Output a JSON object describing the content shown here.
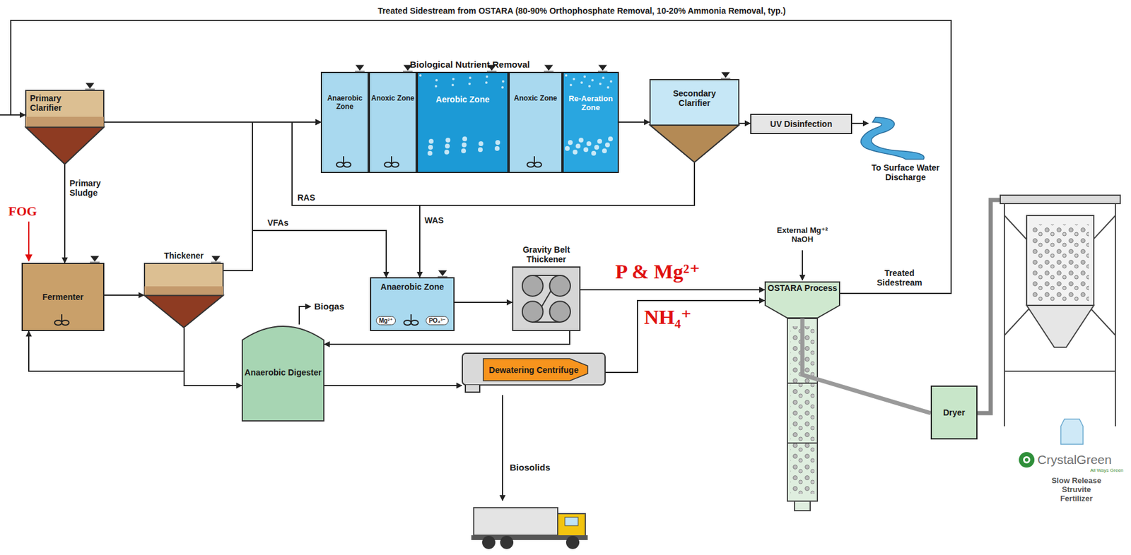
{
  "diagram": {
    "nodes": [
      {
        "text": [
          "Primary Clarifier"
        ]
      },
      {
        "text": [
          "Fermenter"
        ]
      },
      {
        "text": [
          "Thickener"
        ]
      },
      {
        "text": [
          "Anaerobic Digester"
        ]
      },
      {
        "text": [
          "Biological Nutrient Removal"
        ]
      },
      {
        "text": [
          "Anaerobic Zone"
        ],
        "in": 4
      },
      {
        "text": [
          "Anoxic Zone"
        ],
        "in": 4
      },
      {
        "text": [
          "Aerobic Zone"
        ],
        "in": 4
      },
      {
        "text": [
          "Anoxic Zone"
        ],
        "in": 4
      },
      {
        "text": [
          "Re-Aeration Zone"
        ],
        "in": 4
      },
      {
        "text": [
          "Secondary Clarifier"
        ]
      },
      {
        "text": [
          "UV Disinfection"
        ]
      },
      {
        "text": [
          "Anaerobic Zone",
          "Mg²⁺",
          "PO₄³⁻"
        ]
      },
      {
        "text": [
          "Gravity Belt Thickener"
        ]
      },
      {
        "text": [
          "Dewatering Centrifuge"
        ]
      },
      {
        "text": [
          "OSTARA Process"
        ]
      },
      {
        "text": [
          "Dryer"
        ]
      }
    ],
    "edges": [
      {
        "from": 0,
        "to": 1,
        "arrow": "to",
        "label": "Primary Sludge"
      },
      {
        "from": 0,
        "to": 5,
        "arrow": "to"
      },
      {
        "from": 1,
        "to": 2,
        "arrow": "to"
      },
      {
        "from": 2,
        "to": 5,
        "arrow": "to"
      },
      {
        "from": 2,
        "to": 12,
        "arrow": "to",
        "label": "VFAs"
      },
      {
        "from": 2,
        "to": 3,
        "arrow": "to"
      },
      {
        "from": 2,
        "to": 1,
        "arrow": "to"
      },
      {
        "from": 9,
        "to": 10,
        "arrow": "to"
      },
      {
        "from": 10,
        "to": 11,
        "arrow": "to"
      },
      {
        "from": 10,
        "to": 5,
        "arrow": "to",
        "label": "RAS"
      },
      {
        "from": 10,
        "to": 12,
        "arrow": "to",
        "label": "WAS"
      },
      {
        "from": 12,
        "to": 13,
        "arrow": "to"
      },
      {
        "from": 13,
        "to": 3,
        "arrow": "to"
      },
      {
        "from": 13,
        "to": 15,
        "arrow": "to",
        "label": "P & Mg²⁺"
      },
      {
        "from": 3,
        "to": 14,
        "arrow": "to"
      },
      {
        "from": 14,
        "to": 15,
        "arrow": "to",
        "label": "NH₄⁺"
      },
      {
        "from": 15,
        "to": 16,
        "arrow": "none"
      },
      {
        "from": 15,
        "to": 0,
        "arrow": "to",
        "label": "Treated Sidestream from OSTARA (80-90% Orthophosphate Removal, 10-20% Ammonia Removal, typ.)"
      }
    ],
    "labels": [
      "FOG",
      "External Mg⁺² NaOH",
      "Treated Sidestream",
      "To Surface Water Discharge",
      "Biogas",
      "Biosolids",
      "CrystalGreen",
      "All Ways Green",
      "Slow Release Struvite Fertilizer"
    ]
  }
}
